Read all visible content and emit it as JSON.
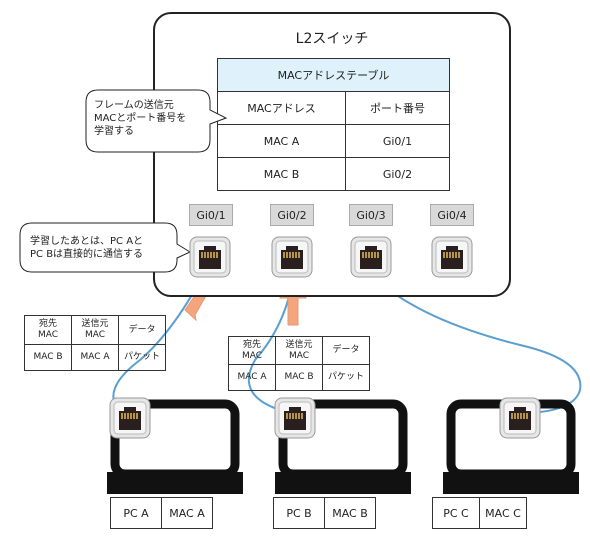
{
  "switch": {
    "title": "L2スイッチ",
    "table_title": "MACアドレステーブル",
    "col_mac": "MACアドレス",
    "col_port": "ポート番号",
    "rows": [
      {
        "mac": "MAC A",
        "port": "Gi0/1"
      },
      {
        "mac": "MAC B",
        "port": "Gi0/2"
      }
    ],
    "ports": [
      "Gi0/1",
      "Gi0/2",
      "Gi0/3",
      "Gi0/4"
    ]
  },
  "callouts": {
    "learn_line1": "フレームの送信元",
    "learn_line2": "MACとポート番号を",
    "learn_line3": "学習する",
    "direct_line1": "学習したあとは、PC Aと",
    "direct_line2": "PC Bは直接的に通信する"
  },
  "frames": [
    {
      "dst_h1": "宛先",
      "dst_h2": "MAC",
      "src_h1": "送信元",
      "src_h2": "MAC",
      "data_h": "データ",
      "dst": "MAC B",
      "src": "MAC A",
      "data": "パケット"
    },
    {
      "dst_h1": "宛先",
      "dst_h2": "MAC",
      "src_h1": "送信元",
      "src_h2": "MAC",
      "data_h": "データ",
      "dst": "MAC A",
      "src": "MAC B",
      "data": "パケット"
    }
  ],
  "pcs": [
    {
      "name": "PC A",
      "mac": "MAC A"
    },
    {
      "name": "PC B",
      "mac": "MAC B"
    },
    {
      "name": "PC C",
      "mac": "MAC C"
    }
  ],
  "colors": {
    "cable": "#5a9fd0",
    "arrow": "#f4a57e",
    "curve": "#e8783a",
    "table_header": "#dff2fb"
  }
}
